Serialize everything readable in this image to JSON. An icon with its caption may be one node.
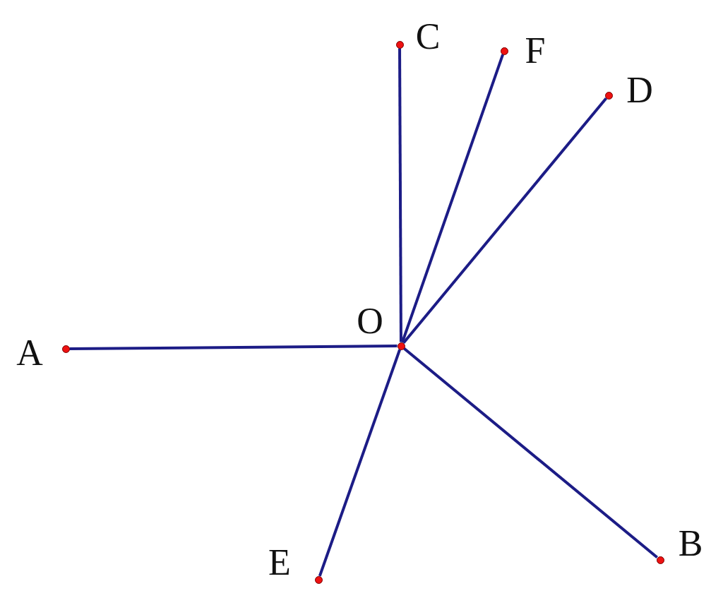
{
  "diagram": {
    "nodes": [
      {
        "text": [
          "C"
        ]
      },
      {
        "text": [
          "F"
        ]
      },
      {
        "text": [
          "D"
        ]
      },
      {
        "text": [
          "O"
        ]
      },
      {
        "text": [
          "A"
        ]
      },
      {
        "text": [
          "B"
        ]
      },
      {
        "text": [
          "E"
        ]
      }
    ],
    "edges": [
      {
        "from": 3,
        "to": 4,
        "arrow": "none"
      },
      {
        "from": 3,
        "to": 5,
        "arrow": "none"
      },
      {
        "from": 3,
        "to": 0,
        "arrow": "none"
      },
      {
        "from": 3,
        "to": 2,
        "arrow": "none"
      },
      {
        "from": 3,
        "to": 6,
        "arrow": "none"
      },
      {
        "from": 3,
        "to": 1,
        "arrow": "none"
      }
    ]
  }
}
